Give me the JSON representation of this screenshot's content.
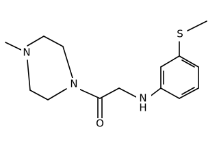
{
  "molecule": {
    "atoms": {
      "piperazine_n_methyl": "N",
      "piperazine_n_acyl": "N",
      "carbonyl_o": "O",
      "amine_n": "N",
      "amine_h": "H",
      "thioether_s": "S"
    }
  }
}
